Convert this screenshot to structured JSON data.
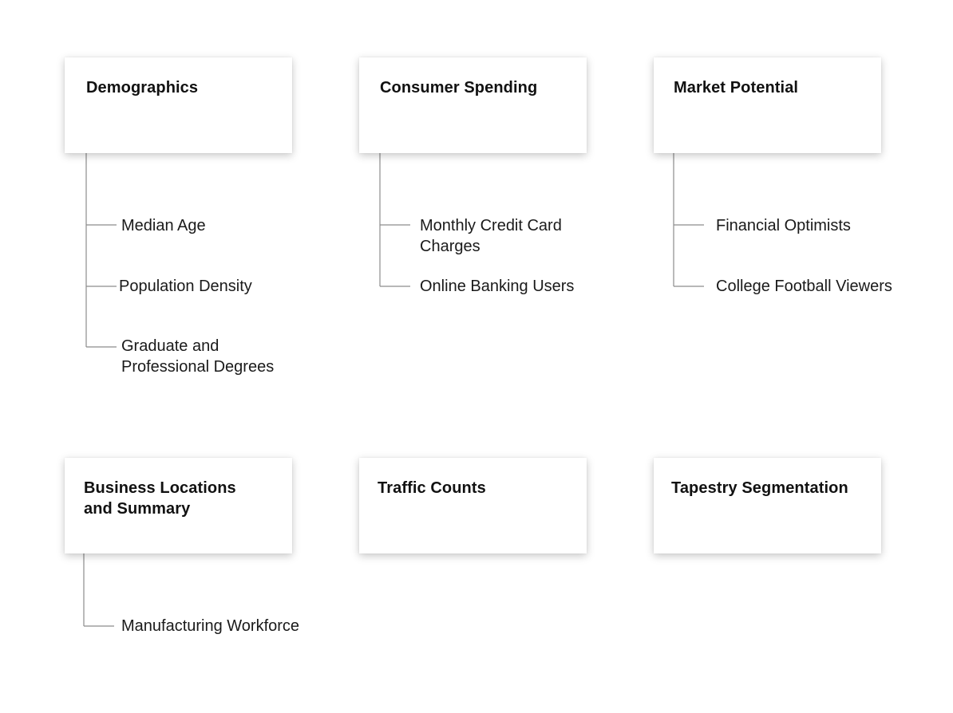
{
  "categories": [
    {
      "title": "Demographics",
      "items": [
        "Median Age",
        "Population Density",
        "Graduate and\nProfessional Degrees"
      ]
    },
    {
      "title": "Consumer Spending",
      "items": [
        "Monthly Credit Card\nCharges",
        "Online Banking Users"
      ]
    },
    {
      "title": "Market Potential",
      "items": [
        "Financial Optimists",
        "College Football Viewers"
      ]
    },
    {
      "title": "Business Locations\nand Summary",
      "items": [
        "Manufacturing Workforce"
      ]
    },
    {
      "title": "Traffic Counts",
      "items": []
    },
    {
      "title": "Tapestry Segmentation",
      "items": []
    }
  ],
  "colors": {
    "background": "#ffffff",
    "connector": "#8c8c8c",
    "text": "#1a1a1a"
  }
}
